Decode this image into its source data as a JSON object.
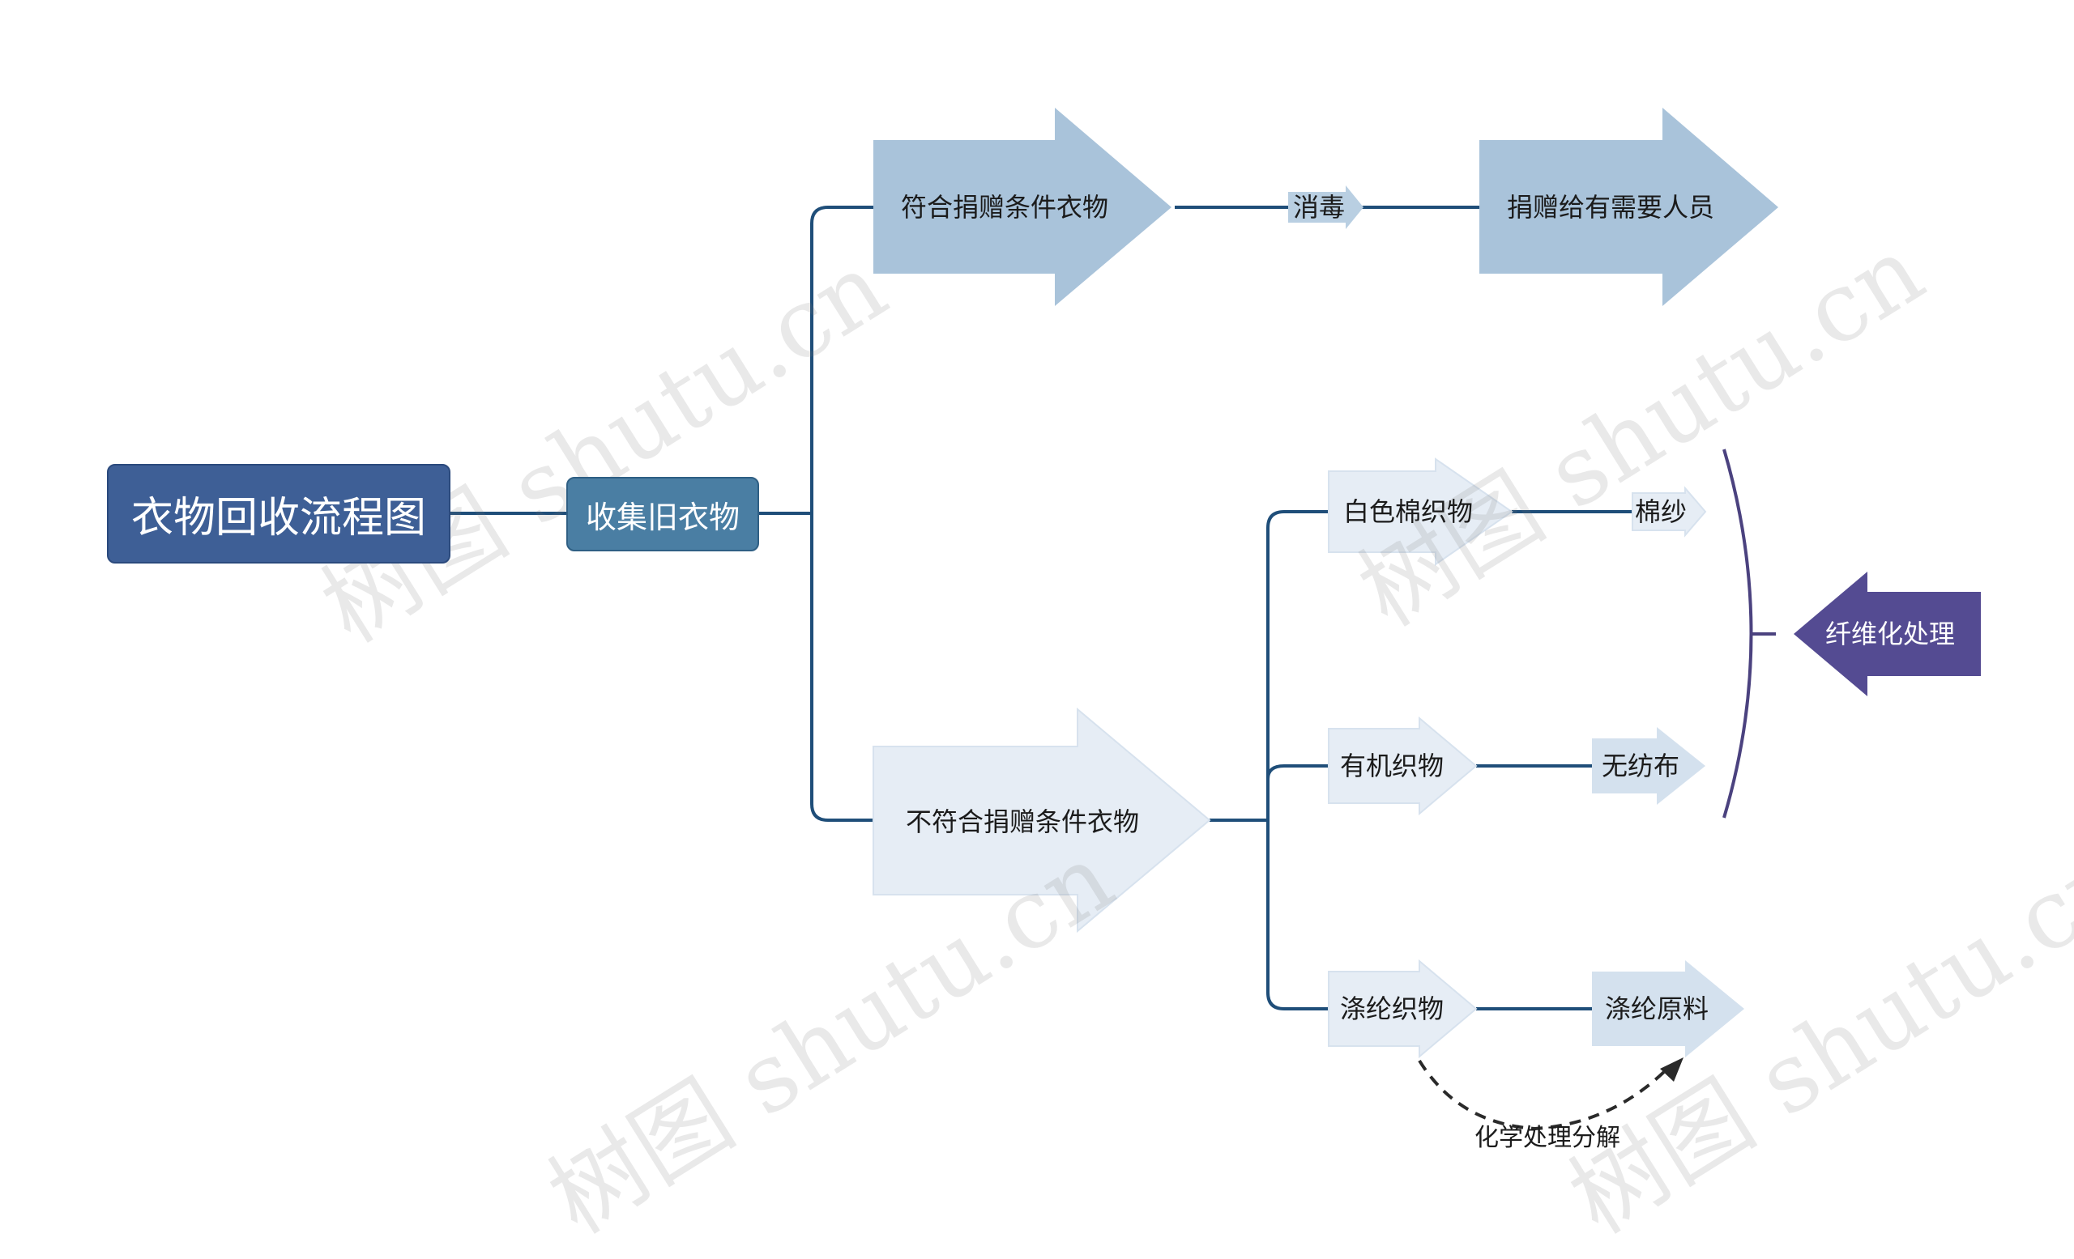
{
  "nodes": {
    "root": "衣物回收流程图",
    "collect": "收集旧衣物",
    "eligible": "符合捐赠条件衣物",
    "disinfect": "消毒",
    "donate": "捐赠给有需要人员",
    "ineligible": "不符合捐赠条件衣物",
    "white_cotton": "白色棉织物",
    "cotton_yarn": "棉纱",
    "organic": "有机织物",
    "nonwoven": "无纺布",
    "polyester": "涤纶织物",
    "polyester_raw": "涤纶原料",
    "fiber_processing": "纤维化处理",
    "chemical": "化学处理分解"
  },
  "watermark": "树图 shutu.cn",
  "colors": {
    "line": "#1f4e79",
    "root_fill": "#3e5f96",
    "collect_fill": "#4a7ea3",
    "arrow_dark": "#a9c3da",
    "arrow_light": "#e6edf5",
    "arrow_mid": "#d4e1ee",
    "fiber_fill": "#544b92",
    "bracket": "#4b427f"
  }
}
